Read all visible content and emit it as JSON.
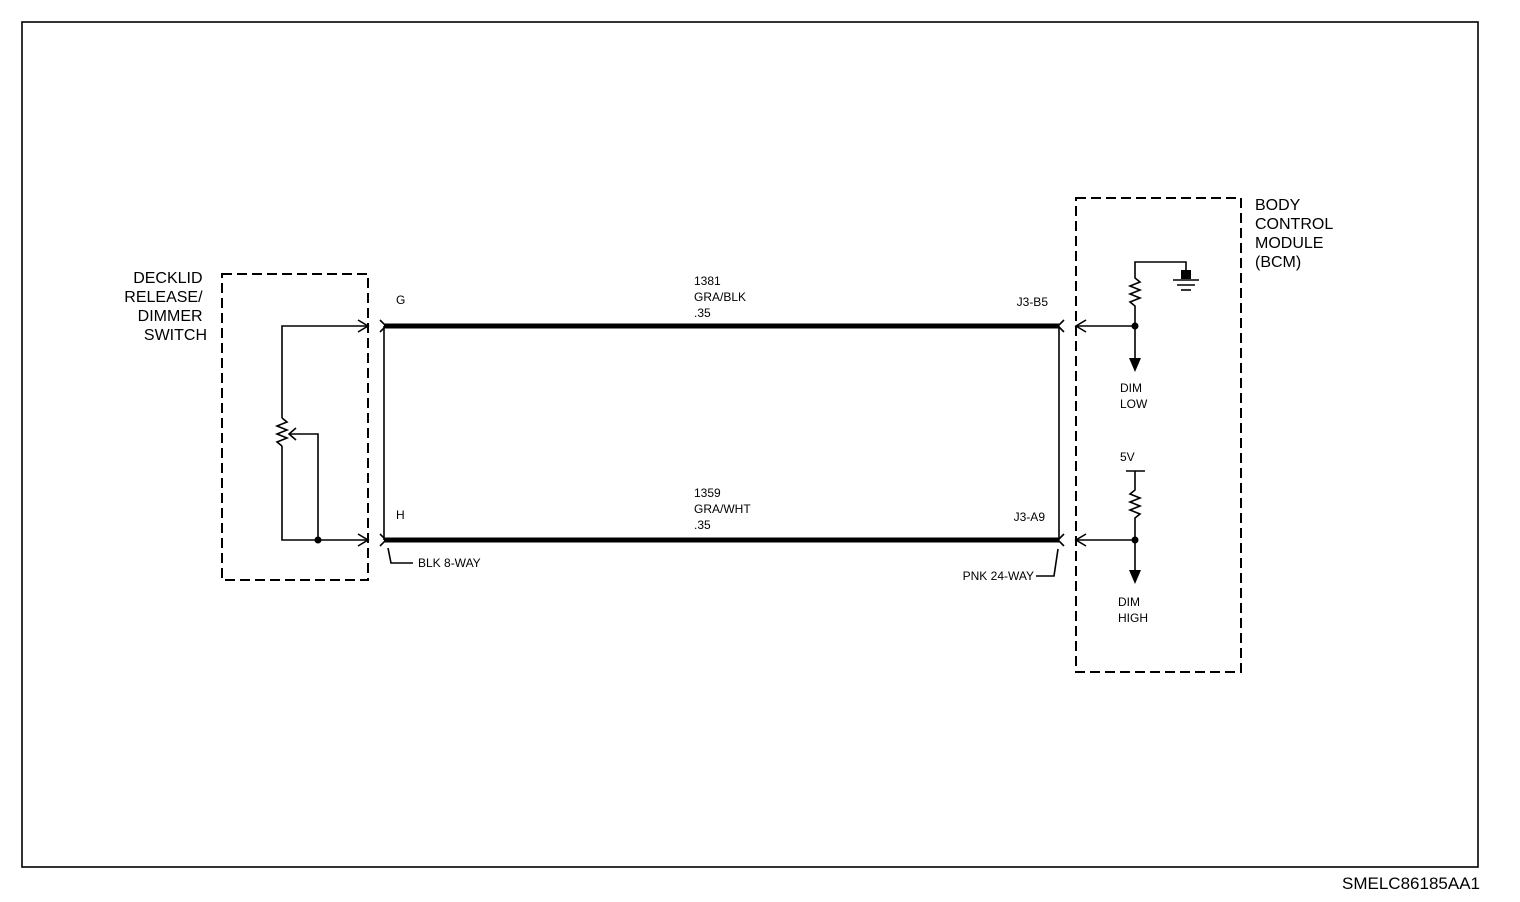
{
  "left_component": {
    "label_lines": [
      "DECKLID",
      "RELEASE/",
      "DIMMER",
      "SWITCH"
    ]
  },
  "right_component": {
    "label_lines": [
      "BODY",
      "CONTROL",
      "MODULE",
      "(BCM)"
    ]
  },
  "wires": [
    {
      "circuit": "1381",
      "color": "GRA/BLK",
      "gauge": ".35",
      "left_pin": "G",
      "right_pin": "J3-B5"
    },
    {
      "circuit": "1359",
      "color": "GRA/WHT",
      "gauge": ".35",
      "left_pin": "H",
      "right_pin": "J3-A9"
    }
  ],
  "connectors": {
    "left": "BLK 8-WAY",
    "right": "PNK 24-WAY"
  },
  "bcm_internal": {
    "supply": "5V",
    "output_low": [
      "DIM",
      "LOW"
    ],
    "output_high": [
      "DIM",
      "HIGH"
    ]
  },
  "figure_id": "SMELC86185AA1"
}
